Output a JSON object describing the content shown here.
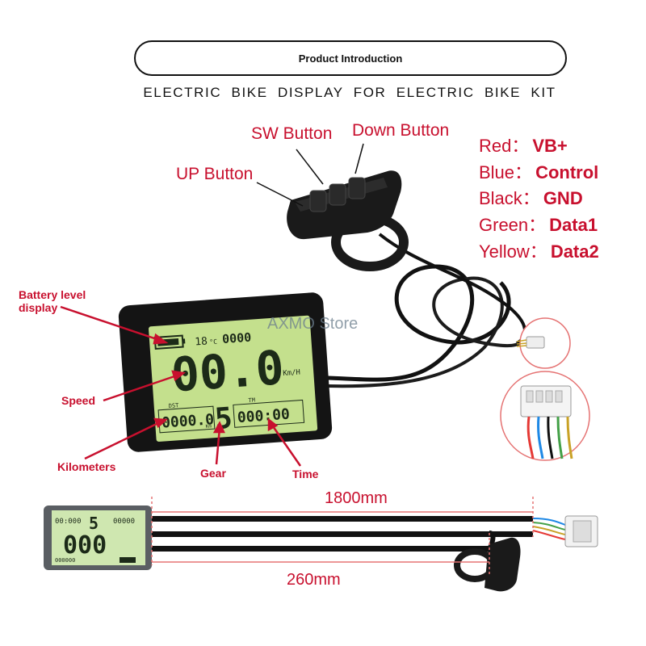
{
  "header": {
    "title": "Product Introduction",
    "subtitle": "ELECTRIC BIKE DISPLAY FOR ELECTRIC BIKE KIT"
  },
  "buttons": {
    "sw": "SW Button",
    "down": "Down Button",
    "up": "UP Button"
  },
  "wires": [
    {
      "color": "Red",
      "sep": "：",
      "value": "VB+"
    },
    {
      "color": "Blue",
      "sep": "：",
      "value": "Control"
    },
    {
      "color": "Black",
      "sep": "：",
      "value": "GND"
    },
    {
      "color": "Green",
      "sep": "：",
      "value": "Data1"
    },
    {
      "color": "Yellow",
      "sep": "：",
      "value": "Data2"
    }
  ],
  "callouts": {
    "battery_line1": "Battery level",
    "battery_line2": "display",
    "speed": "Speed",
    "kilometers": "Kilometers",
    "gear": "Gear",
    "time": "Time"
  },
  "display": {
    "temperature": "18",
    "temp_unit": "°C",
    "top_counter": "0000",
    "speed": "00.0",
    "speed_unit": "Km/H",
    "dst_label": "DST",
    "distance": "0000.0",
    "distance_unit": "Km",
    "gear": "5",
    "tm_label": "TM",
    "time": "000:00"
  },
  "store": "AXMO Store",
  "dimensions": {
    "cable_length": "1800mm",
    "handle_length": "260mm"
  },
  "colors": {
    "accent_red": "#c8102e",
    "lcd_green": "#c4e08d",
    "housing_black": "#141414"
  }
}
